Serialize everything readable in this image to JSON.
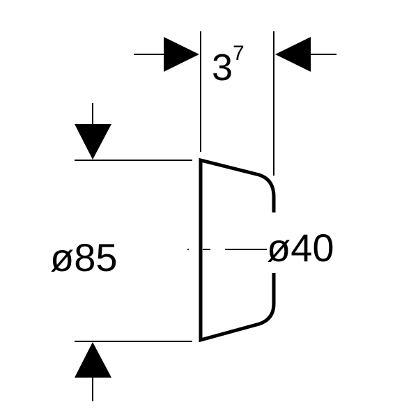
{
  "dimensions": {
    "depth": {
      "main": "3",
      "superscript": "7"
    },
    "outer_diameter": "ø85",
    "inner_diameter": "ø40"
  },
  "colors": {
    "line": "#000000",
    "background": "#ffffff"
  }
}
